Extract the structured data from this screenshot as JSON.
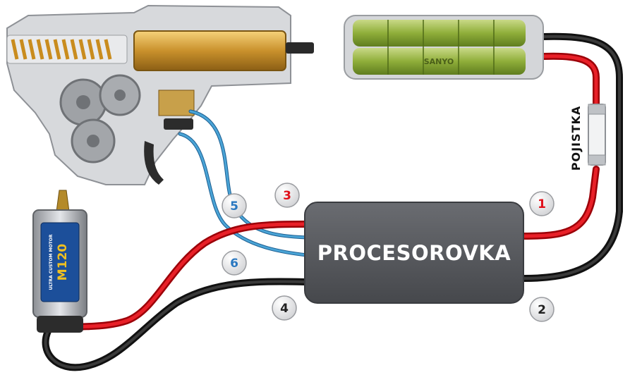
{
  "processor": {
    "label": "PROCESOROVKA"
  },
  "fuse": {
    "label": "POJISTKA"
  },
  "motor": {
    "sticker_main": "M120",
    "sticker_sub": "ULTRA CUSTOM MOTOR"
  },
  "battery": {
    "brand": "SANYO"
  },
  "connections": [
    {
      "number": "1",
      "color": "#e0101a"
    },
    {
      "number": "2",
      "color": "#222222"
    },
    {
      "number": "3",
      "color": "#e0101a"
    },
    {
      "number": "4",
      "color": "#222222"
    },
    {
      "number": "5",
      "color": "#2a78c0"
    },
    {
      "number": "6",
      "color": "#2a78c0"
    }
  ],
  "colors": {
    "red_wire": "#e0101a",
    "black_wire": "#1a1a1a",
    "blue_wire": "#3a94c8",
    "processor_box": "#55575c",
    "battery_cells": "#8fae3a"
  }
}
